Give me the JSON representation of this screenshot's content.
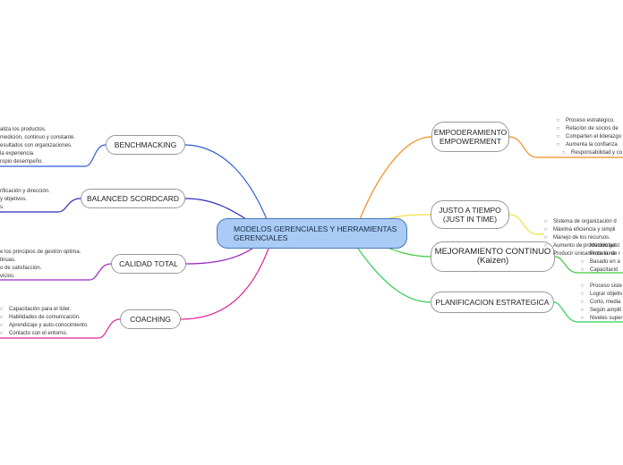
{
  "center": {
    "label": "MODELOS GERENCIALES Y HERRAMIENTAS GERENCIALES"
  },
  "left": [
    {
      "key": "benchmarking",
      "label": "BENCHMACKING",
      "color": "#2d5bd6",
      "leaves": [
        "aliza los productos.",
        "medición, continuo y constante.",
        "esultados con organizaciones.",
        "la experiencia.",
        "ropio desempeño."
      ]
    },
    {
      "key": "balanced",
      "label": "BALANCED SCORDCARD",
      "color": "#2b2bc0",
      "leaves": [
        "rificación y dirección.",
        "y objetivos.",
        "s."
      ]
    },
    {
      "key": "calidad",
      "label": "CALIDAD TOTAL",
      "color": "#9a2cc8",
      "leaves": [
        "e los principios de gestión optima.",
        "tinuas.",
        "o de satisfacción.",
        "vicios."
      ]
    },
    {
      "key": "coaching",
      "label": "COACHING",
      "color": "#e0269b",
      "leaves": [
        "Capacitación para el líder.",
        "Habilidades de comunicación.",
        "Aprendizaje y auto-conocimiento.",
        "Contacto con el entorno."
      ]
    }
  ],
  "right": [
    {
      "key": "empoderamiento",
      "label": "EMPODERAMIENTO EMPOWERMENT",
      "color": "#f28c1e",
      "leaves": [
        "Proceso estratégico.",
        "Relación de socios de",
        "Comparten el liderazgo",
        "Aumenta la confianza",
        "Responsabilidad y co"
      ]
    },
    {
      "key": "justo",
      "label": "JUSTO A TIEMPO (JUST IN TIME)",
      "color": "#f0e040",
      "leaves": [
        "Sistema de organización d",
        "Máxima eficiencia y simpli",
        "Manejo de los recursos.",
        "Aumento de productividad",
        "Producir únicamente lo ne"
      ]
    },
    {
      "key": "mejoramiento",
      "label": "MEJORAMIENTO CONTINUO (Kaizen)",
      "color": "#3acb3a",
      "leaves": [
        "Método gest",
        "Proceso de r",
        "Basado en a",
        "Capacitació"
      ]
    },
    {
      "key": "planificacion",
      "label": "PLANIFICACION ESTRATEGICA",
      "color": "#2fcf5a",
      "leaves": [
        "Proceso siste",
        "Lograr objetiv",
        "Corto, media",
        "Según amplit",
        "Niveles super"
      ]
    }
  ]
}
